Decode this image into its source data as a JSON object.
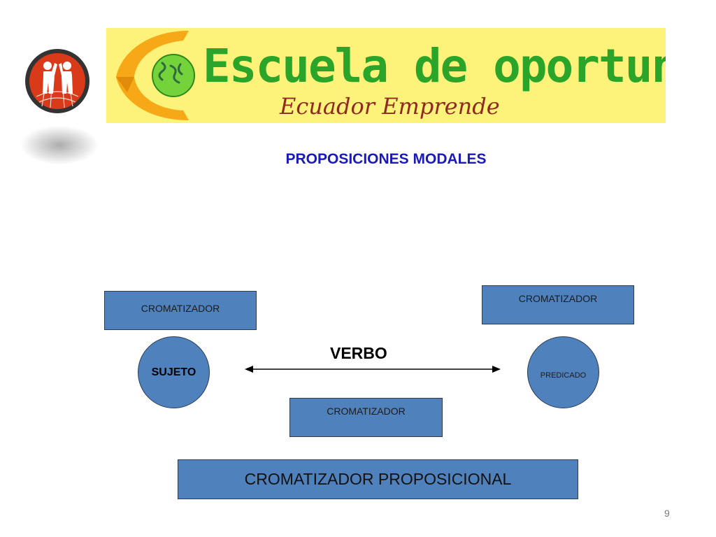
{
  "banner": {
    "title": "Escuela de oportunidades",
    "subtitle": "Ecuador Emprende"
  },
  "slide": {
    "title": "PROPOSICIONES MODALES",
    "page_number": "9"
  },
  "diagram": {
    "box_top_left": "CROMATIZADOR",
    "box_top_right": "CROMATIZADOR",
    "box_middle": "CROMATIZADOR",
    "box_bottom": "CROMATIZADOR PROPOSICIONAL",
    "subject": "SUJETO",
    "predicate": "PREDICADO",
    "verb": "VERBO"
  },
  "colors": {
    "box_fill": "#4f81bd",
    "title": "#1a1ab8",
    "banner_bg": "#fdf27a",
    "banner_text": "#2aa52a",
    "banner_subtitle": "#8e2a1f"
  }
}
